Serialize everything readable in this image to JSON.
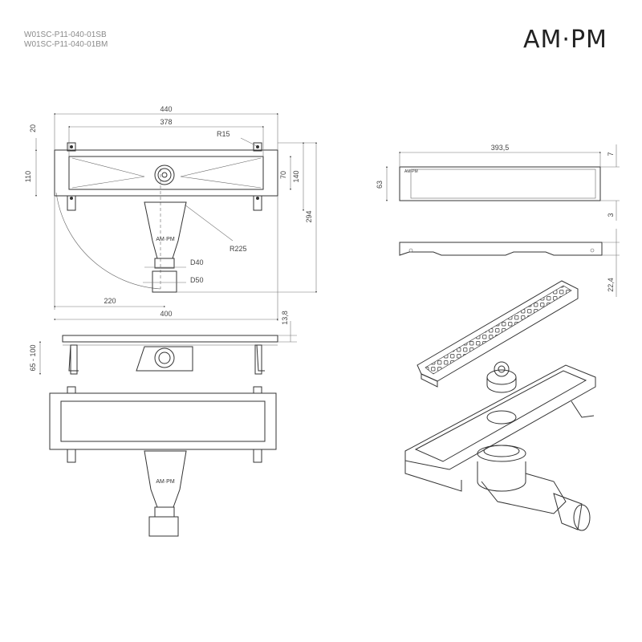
{
  "header": {
    "codes": [
      "W01SC-P11-040-01SB",
      "W01SC-P11-040-01BM"
    ],
    "logo": "AM·PM"
  },
  "top_view": {
    "dims": {
      "w440": "440",
      "w378": "378",
      "r15": "R15",
      "h20": "20",
      "h110": "110",
      "h70": "70",
      "h140": "140",
      "h294": "294",
      "r225": "R225",
      "d40": "D40",
      "d50": "D50",
      "w220": "220",
      "w400": "400"
    },
    "siphon_logo": "AM·PM"
  },
  "side_view": {
    "dims": {
      "h13_8": "13,8",
      "h65_100": "65 - 100"
    }
  },
  "front_view": {
    "siphon_logo": "AM·PM"
  },
  "grate_view": {
    "dims": {
      "w393_5": "393,5",
      "h63": "63",
      "h7": "7",
      "h3": "3",
      "h22_4": "22,4"
    },
    "tag": "AM·PM"
  }
}
